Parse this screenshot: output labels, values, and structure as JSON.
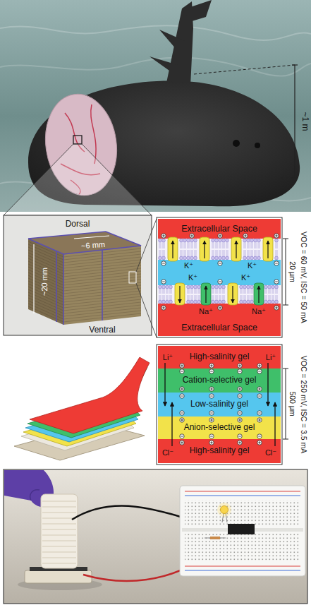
{
  "diagram": {
    "nodes": [
      {
        "text": [
          "Extracellular Space"
        ]
      },
      {
        "text": [
          "Extracellular Space"
        ]
      },
      {
        "text": [
          "High-salinity gel"
        ]
      },
      {
        "text": [
          "Cation-selective gel"
        ]
      },
      {
        "text": [
          "Low-salinity gel"
        ]
      },
      {
        "text": [
          "Anion-selective gel"
        ]
      },
      {
        "text": [
          "High-salinity gel"
        ]
      }
    ],
    "labels": [
      "~1 m",
      "Dorsal",
      "~6 mm",
      "~20 mm",
      "Ventral",
      "K⁺",
      "K⁺",
      "K⁺",
      "K⁺",
      "Na⁺",
      "Na⁺",
      "VOC = 60 mV, ISC = 50 mA",
      "20 µm",
      "Li⁺",
      "Li⁺",
      "Cl⁻",
      "Cl⁻",
      "VOC = 250 mV, ISC = 3.5 mA",
      "500 µm"
    ]
  }
}
